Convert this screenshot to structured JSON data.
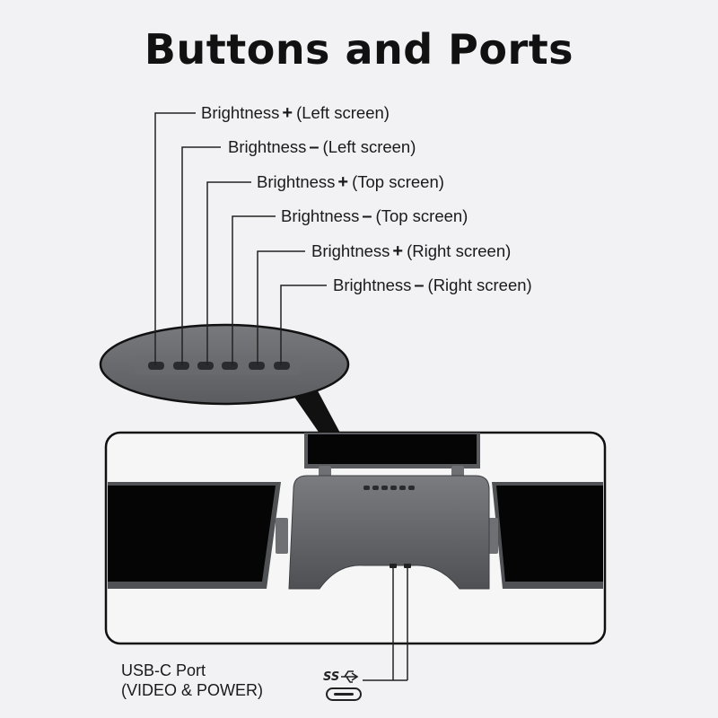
{
  "title": "Buttons and Ports",
  "buttons": [
    {
      "name": "Brightness",
      "sign": "+",
      "screen": "(Left screen)"
    },
    {
      "name": "Brightness",
      "sign": "–",
      "screen": "(Left screen)"
    },
    {
      "name": "Brightness",
      "sign": "+",
      "screen": "(Top screen)"
    },
    {
      "name": "Brightness",
      "sign": "–",
      "screen": "(Top screen)"
    },
    {
      "name": "Brightness",
      "sign": "+",
      "screen": "(Right screen)"
    },
    {
      "name": "Brightness",
      "sign": "–",
      "screen": "(Right screen)"
    }
  ],
  "port": {
    "line1": "USB-C Port",
    "line2": "(VIDEO & POWER)",
    "logo": "SS",
    "icon": "usb-c-port-icon"
  }
}
